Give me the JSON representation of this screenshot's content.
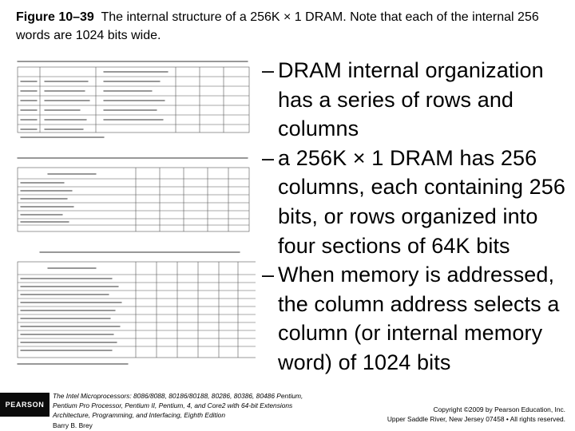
{
  "caption": {
    "label": "Figure 10–39",
    "text": "The internal structure of a 256K × 1 DRAM. Note that each of the internal 256 words are 1024 bits wide."
  },
  "bullets": [
    {
      "dash": "–",
      "text": "DRAM internal organization has a series of rows and columns"
    },
    {
      "dash": "–",
      "text": "a 256K × 1 DRAM has 256 columns, each containing 256 bits, or rows organized into four sections of 64K bits"
    },
    {
      "dash": "–",
      "text": "When memory is addressed, the column address selects a column (or internal memory word) of 1024 bits"
    }
  ],
  "footer": {
    "logo": "PEARSON",
    "book_title": "The Intel Microprocessors: 8086/8088, 80186/80188, 80286, 80386, 80486 Pentium, Pentium Pro Processor, Pentium II, Pentium, 4, and Core2 with 64-bit Extensions Architecture, Programming, and Interfacing, Eighth Edition",
    "author": "Barry B. Brey",
    "copyright_line1": "Copyright ©2009 by Pearson Education, Inc.",
    "copyright_line2": "Upper Saddle River, New Jersey 07458 • All rights reserved."
  }
}
